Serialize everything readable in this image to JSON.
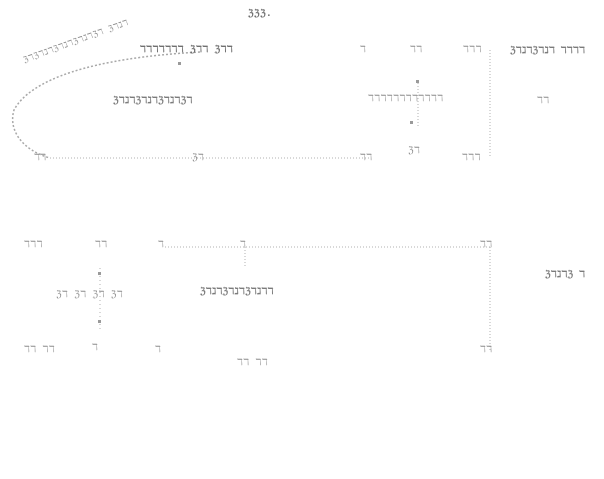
{
  "colors": {
    "ink": "#8c8c8c",
    "line": "#a8a8a8",
    "background": "#ffffff"
  },
  "top_panel": {
    "title": "ℨℨℨ.",
    "arc_label": "ℨℸℨℸℷℸℨℸℷℸℨℸℷℸℨℸ ℨℸℷℸ",
    "header_left": "ℸℸℸℸℸℸℸ ℨℸℸ ℨℸℸ",
    "box_left": "ℨℸℷℸℨℸℷℸℨℸℷℸℨℸ",
    "axis_mid": "ℨℸ",
    "axis_right": "ℸℸ",
    "col_markers": [
      "ℸ",
      "ℸℸ",
      "ℸℸℸ"
    ],
    "center_caption": "ℸℸℸℸℸℸℸℸℸℸℸℸ",
    "center_value": "ℨℸ",
    "corner_value": "ℸℸℸ",
    "side_block": "ℨℸℷℸℨℸℷℸ ℸℸℸℸ",
    "side_sub": "ℸℸ"
  },
  "bottom_panel": {
    "left_label": "ℸℸℸ",
    "left_mark": "ℸℸ",
    "node_top": "ℸ",
    "node_mid": "ℸ",
    "chain_label": "ℨℸ ℨℸ ℨℸ ℨℸ",
    "box_center": "ℨℸℷℸℨℸℷℸℨℸℷℸℸ",
    "bottom_left": "ℸℸ ℸℸ",
    "bottom_mark": "ℸ",
    "bottom_center": "ℸℸ ℸℸ",
    "rail_end_top": "ℸℸ",
    "rail_end_bottom": "ℸℸ",
    "side_block": "ℨℸℷℸℨ ℸ"
  }
}
